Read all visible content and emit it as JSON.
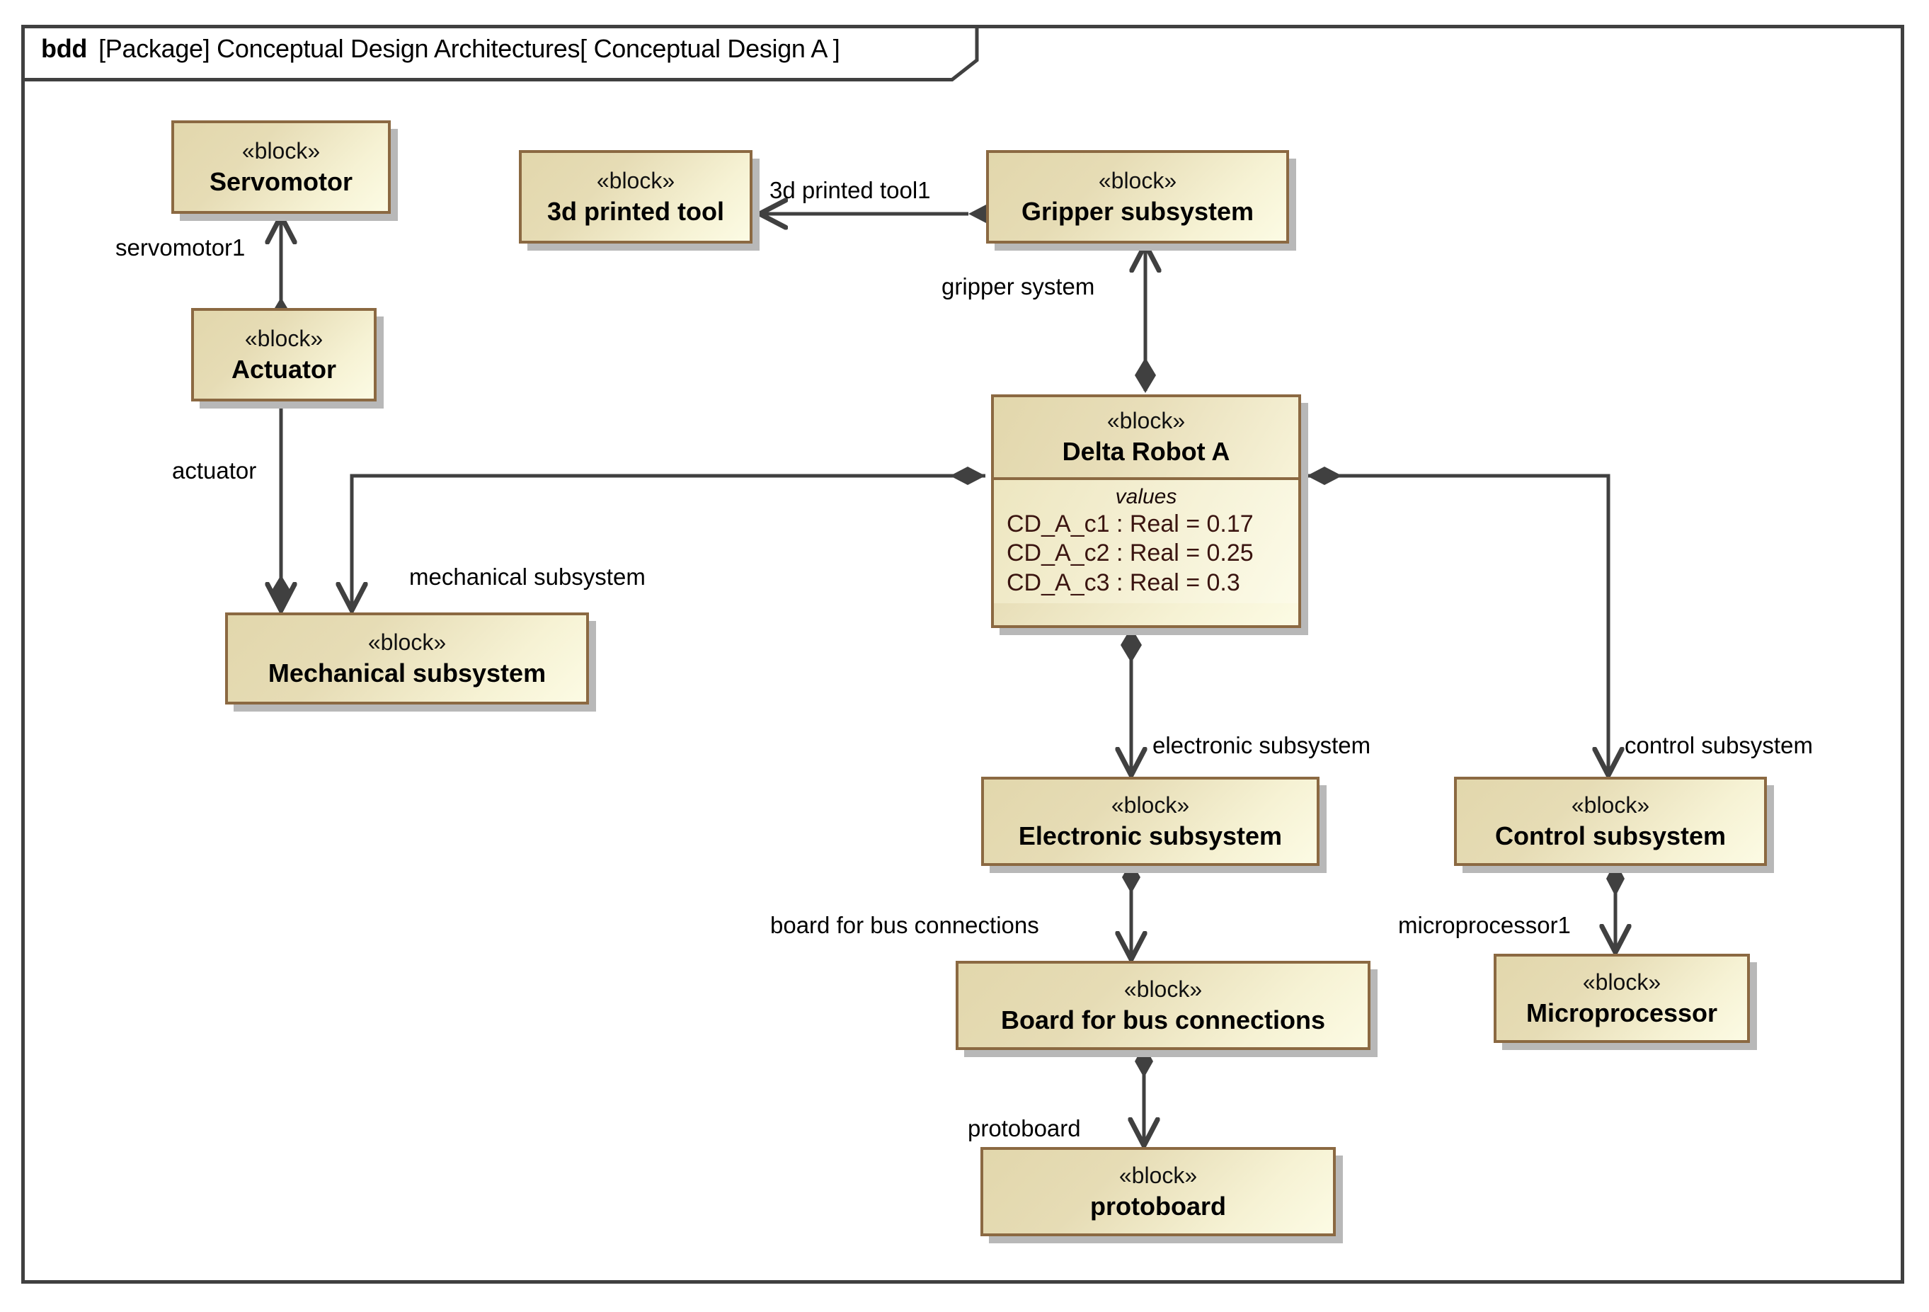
{
  "frame": {
    "keyword": "bdd",
    "title": "[Package] Conceptual Design Architectures[ Conceptual Design A ]"
  },
  "stereotype": "«block»",
  "blocks": [
    {
      "id": "servomotor",
      "name": "Servomotor"
    },
    {
      "id": "actuator",
      "name": "Actuator"
    },
    {
      "id": "tool3d",
      "name": "3d printed tool"
    },
    {
      "id": "gripper",
      "name": "Gripper subsystem"
    },
    {
      "id": "deltarobot",
      "name": "Delta Robot A"
    },
    {
      "id": "mechanical",
      "name": "Mechanical subsystem"
    },
    {
      "id": "electronic",
      "name": "Electronic subsystem"
    },
    {
      "id": "control",
      "name": "Control subsystem"
    },
    {
      "id": "board",
      "name": "Board for bus connections"
    },
    {
      "id": "protoboard",
      "name": "protoboard"
    },
    {
      "id": "microprocessor",
      "name": "Microprocessor"
    }
  ],
  "delta_values": {
    "compartment_title": "values",
    "rows": [
      "CD_A_c1 : Real = 0.17",
      "CD_A_c2 : Real = 0.25",
      "CD_A_c3 : Real = 0.3"
    ]
  },
  "edges": [
    {
      "id": "servomotor1",
      "label": "servomotor1",
      "from": "actuator",
      "to": "servomotor"
    },
    {
      "id": "actuator",
      "label": "actuator",
      "from": "actuator",
      "to": "mechanical"
    },
    {
      "id": "tool1",
      "label": "3d printed tool1",
      "from": "gripper",
      "to": "tool3d"
    },
    {
      "id": "grippersystem",
      "label": "gripper system",
      "from": "deltarobot",
      "to": "gripper"
    },
    {
      "id": "mechsub",
      "label": "mechanical subsystem",
      "from": "deltarobot",
      "to": "mechanical"
    },
    {
      "id": "elecsub",
      "label": "electronic subsystem",
      "from": "deltarobot",
      "to": "electronic"
    },
    {
      "id": "ctrlsub",
      "label": "control subsystem",
      "from": "deltarobot",
      "to": "control"
    },
    {
      "id": "busboard",
      "label": "board for bus connections",
      "from": "electronic",
      "to": "board"
    },
    {
      "id": "protoboard",
      "label": "protoboard",
      "from": "board",
      "to": "protoboard"
    },
    {
      "id": "micro1",
      "label": "microprocessor1",
      "from": "control",
      "to": "microprocessor"
    }
  ],
  "colors": {
    "block_border": "#8B6942",
    "block_fill_top": "#E2D7AC",
    "block_fill_bottom": "#FCFBE4",
    "shadow": "#B8B8B8",
    "frame_border": "#404040",
    "connector": "#404040",
    "value_text": "#3A1410"
  }
}
